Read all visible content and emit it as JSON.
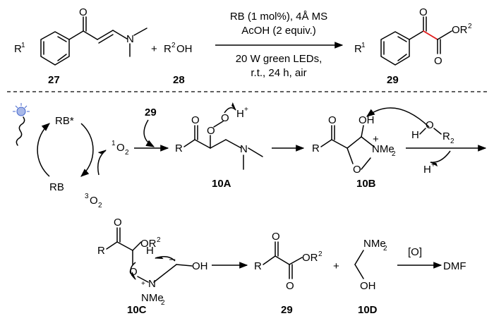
{
  "top": {
    "compound_labels": [
      "27",
      "28",
      "29"
    ],
    "r1": "R",
    "r1_sup": "1",
    "plus": "+",
    "r2oh_r": "R",
    "r2oh_sup": "2",
    "r2oh_tail": "OH",
    "cond_line1": "RB (1 mol%),  4Å MS",
    "cond_line2": "AcOH (2 equiv.)",
    "cond_line3": "20 W green LEDs,",
    "cond_line4": "r.t., 24 h, air",
    "product_r2": "OR",
    "product_r2_sup": "2"
  },
  "cycle": {
    "rb_star": "RB*",
    "rb": "RB",
    "singlet_o2": "O",
    "singlet_sup": "1",
    "singlet_sub": "2",
    "triplet_o2": "O",
    "triplet_sup": "3",
    "triplet_sub": "2",
    "input_label": "29"
  },
  "intermediates": {
    "a_label": "10A",
    "b_label": "10B",
    "c_label": "10C",
    "d_label": "10D",
    "h_plus": "H",
    "plus_sign": "+",
    "r": "R",
    "o": "O",
    "oh": "OH",
    "nme2": "NMe",
    "sub2": "2",
    "r2_label": "R",
    "r2_sub": "2",
    "or2": "OR",
    "minus": "–",
    "product_label": "29",
    "oxidant": "[O]",
    "dmf": "DMF"
  }
}
